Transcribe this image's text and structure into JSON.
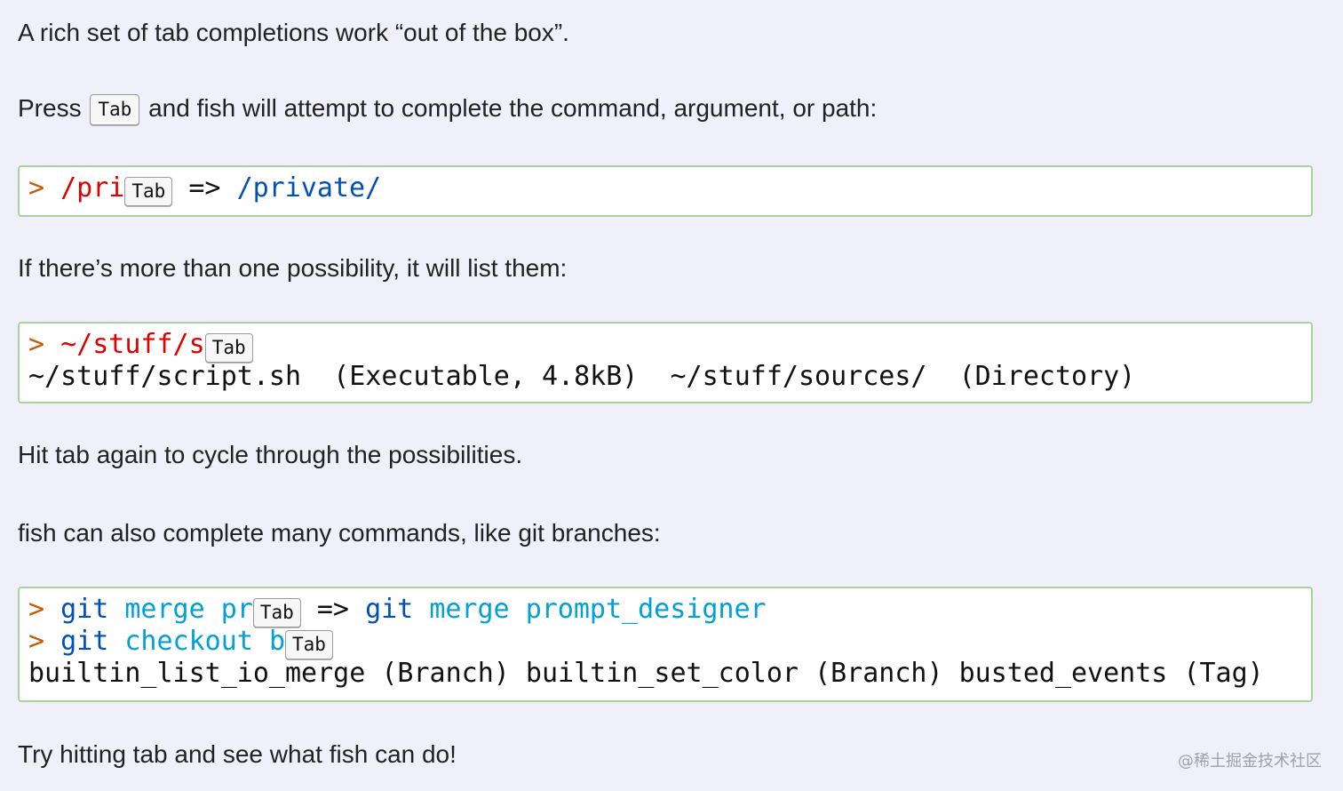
{
  "intro": {
    "text": "A rich set of tab completions work “out of the box”."
  },
  "press": {
    "before": "Press ",
    "key": "Tab",
    "after": " and fish will attempt to complete the command, argument, or path:"
  },
  "example1": {
    "prompt": ">",
    "typed": "/pri",
    "key": "Tab",
    "arrow": "=>",
    "result": "/private/"
  },
  "multi": {
    "text": "If there’s more than one possibility, it will list them:"
  },
  "example2": {
    "prompt": ">",
    "typed": "~/stuff/s",
    "key": "Tab",
    "listing": "~/stuff/script.sh  (Executable, 4.8kB)  ~/stuff/sources/  (Directory)"
  },
  "cycle": {
    "text": "Hit tab again to cycle through the possibilities."
  },
  "git_intro": {
    "text": "fish can also complete many commands, like git branches:"
  },
  "example3": {
    "line1": {
      "prompt": ">",
      "cmd": "git",
      "sub": "merge",
      "typed": "pr",
      "key": "Tab",
      "arrow": "=>",
      "res_cmd": "git",
      "res_sub": "merge",
      "res_arg": "prompt_designer"
    },
    "line2": {
      "prompt": ">",
      "cmd": "git",
      "sub": "checkout",
      "typed": "b",
      "key": "Tab"
    },
    "listing": "builtin_list_io_merge (Branch) builtin_set_color (Branch) busted_events (Tag)"
  },
  "outro": {
    "text": "Try hitting tab and see what fish can do!"
  },
  "watermark": {
    "text": "@稀土掘金技术社区"
  },
  "colors": {
    "background": "#eff0fa",
    "code_border": "#a8d39c",
    "prompt": "#c85a00",
    "typed_path": "#e00000",
    "result_path": "#0050b8",
    "git_command": "#00a0d8"
  }
}
